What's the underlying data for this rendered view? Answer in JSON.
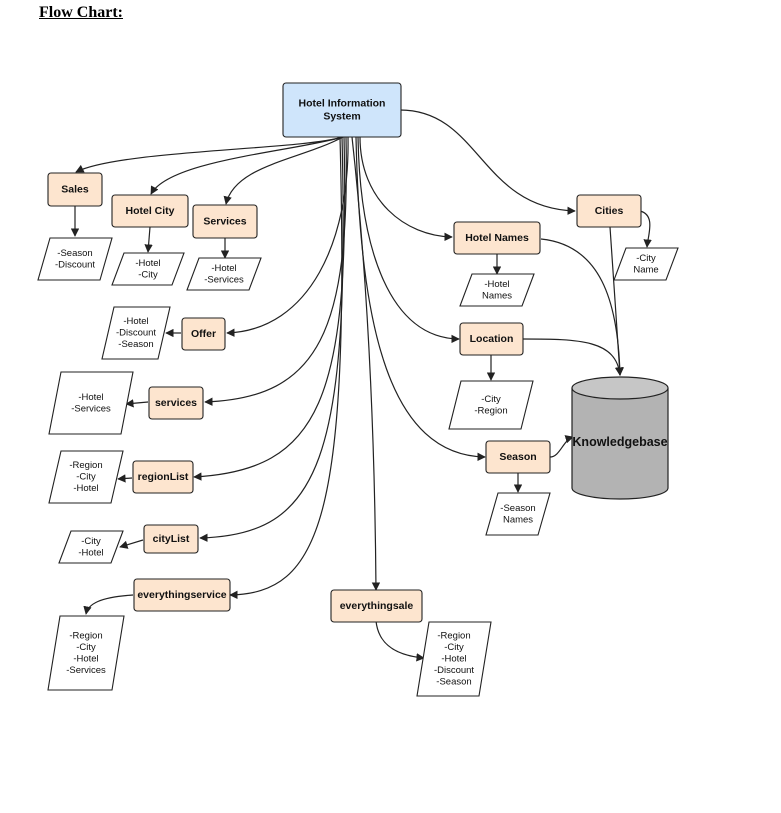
{
  "heading": "Flow Chart:",
  "root": {
    "lines": [
      "Hotel Information",
      "System"
    ]
  },
  "nodes": {
    "sales": "Sales",
    "hotel_city": "Hotel City",
    "services_top": "Services",
    "hotel_names": "Hotel Names",
    "cities": "Cities",
    "offer": "Offer",
    "location": "Location",
    "services_mid": "services",
    "region_list": "regionList",
    "season": "Season",
    "city_list": "cityList",
    "everything_service": "everythingservice",
    "everything_sale": "everythingsale"
  },
  "knowledgebase": "Knowledgebase",
  "outputs": {
    "sales": [
      "-Season",
      "-Discount"
    ],
    "hotel_city": [
      "-Hotel",
      "-City"
    ],
    "services_top": [
      "-Hotel",
      "-Services"
    ],
    "hotel_names": [
      "-Hotel",
      "Names"
    ],
    "cities": [
      "-City",
      "Name"
    ],
    "offer": [
      "-Hotel",
      "-Discount",
      "-Season"
    ],
    "location": [
      "-City",
      "-Region"
    ],
    "services_mid": [
      "-Hotel",
      "-Services"
    ],
    "region_list": [
      "-Region",
      "-City",
      "-Hotel"
    ],
    "season": [
      "-Season",
      "Names"
    ],
    "city_list": [
      "-City",
      "-Hotel"
    ],
    "everything_service": [
      "-Region",
      "-City",
      "-Hotel",
      "-Services"
    ],
    "everything_sale": [
      "-Region",
      "-City",
      "-Hotel",
      "-Discount",
      "-Season"
    ]
  },
  "colors": {
    "root_fill": "#cfe5fb",
    "node_fill": "#fde5cf",
    "kb_fill": "#b3b3b3",
    "kb_top": "#c6c6c6",
    "stroke": "#222222"
  }
}
